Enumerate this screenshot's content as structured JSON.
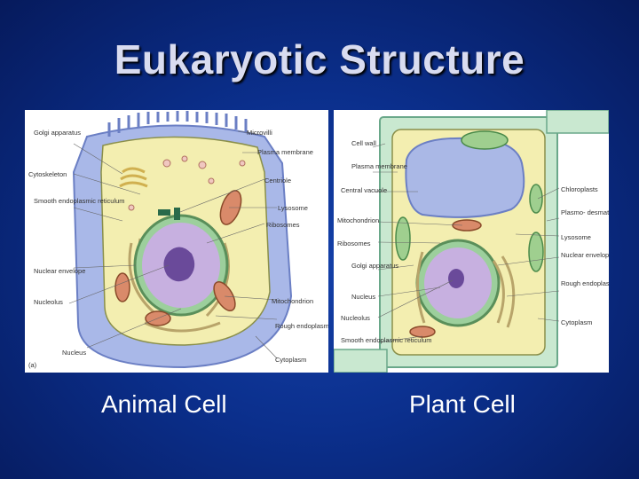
{
  "slide": {
    "title": "Eukaryotic Structure",
    "animal_caption": "Animal Cell",
    "plant_caption": "Plant Cell"
  },
  "animal_figure": {
    "panel_marker": "(a)",
    "labels": {
      "golgi": "Golgi apparatus",
      "cytoskeleton": "Cytoskeleton",
      "smooth_er": "Smooth endoplasmic reticulum",
      "nuclear_envelope": "Nuclear envelope",
      "nucleolus": "Nucleolus",
      "nucleus": "Nucleus",
      "microvilli": "Microvilli",
      "plasma_membrane": "Plasma membrane",
      "centriole": "Centriole",
      "lysosome": "Lysosome",
      "ribosomes": "Ribosomes",
      "mitochondrion": "Mitochondrion",
      "rough_er": "Rough endoplasmic reticulum",
      "cytoplasm": "Cytoplasm"
    }
  },
  "plant_figure": {
    "labels": {
      "cell_wall": "Cell wall",
      "plasma_membrane": "Plasma membrane",
      "central_vacuole": "Central vacuole",
      "mitochondrion": "Mitochondrion",
      "ribosomes": "Ribosomes",
      "golgi": "Golgi apparatus",
      "nucleus": "Nucleus",
      "nucleolus": "Nucleolus",
      "smooth_er": "Smooth endoplasmic reticulum",
      "chloroplasts": "Chloroplasts",
      "plasmodesmata": "Plasmo- desmata",
      "lysosome": "Lysosome",
      "nuclear_envelope": "Nuclear envelope",
      "rough_er": "Rough endoplasmic reticulum",
      "cytoplasm": "Cytoplasm"
    }
  },
  "colors": {
    "background": "#0b2f8c",
    "title_text": "#d9dcf0",
    "animal_outer": "#a9b8e8",
    "cytoplasm": "#f3eeb0",
    "nucleus": "#c7b0e0",
    "cell_wall": "#c9e8d0",
    "chloroplast": "#9fcf8f",
    "vacuole": "#aab8e6"
  }
}
